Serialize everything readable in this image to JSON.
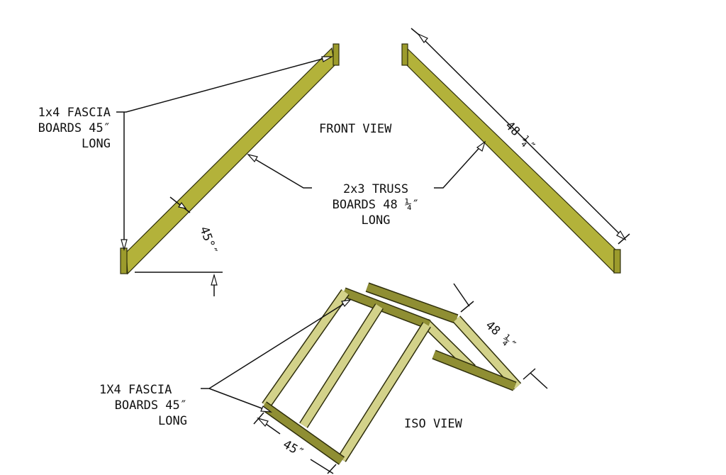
{
  "colors": {
    "board": "#b3b23a",
    "board_iso": "#d3d28a",
    "outline": "#2e2e0c"
  },
  "front_view": {
    "title": "FRONT VIEW",
    "fascia_label": [
      "1x4 FASCIA",
      "BOARDS 45″",
      "LONG"
    ],
    "truss_label": [
      "2x3 TRUSS",
      "BOARDS 48 ¼″",
      "LONG"
    ],
    "angle_label": "45°″",
    "length_label": "48 ¼″"
  },
  "iso_view": {
    "title": "ISO VIEW",
    "fascia_label": [
      "1X4 FASCIA",
      "BOARDS 45″",
      "LONG"
    ],
    "length_label": "48 ¼″",
    "width_label": "45″"
  }
}
